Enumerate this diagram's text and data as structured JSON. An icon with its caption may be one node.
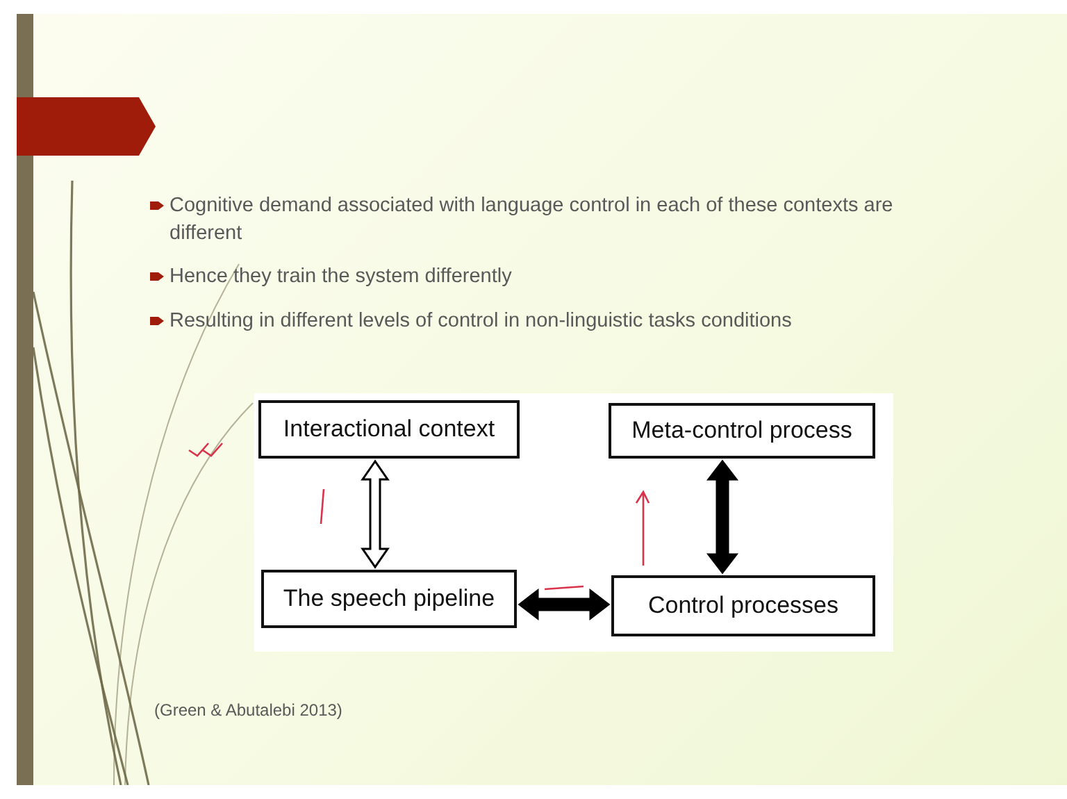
{
  "diagram": {
    "nodes": [
      {
        "text": [
          "Interactional context"
        ]
      },
      {
        "text": [
          "Meta-control process"
        ]
      },
      {
        "text": [
          "The speech pipeline"
        ]
      },
      {
        "text": [
          "Control processes"
        ]
      }
    ],
    "edges": [
      {
        "from": 0,
        "to": 2,
        "arrow": "both"
      },
      {
        "from": 1,
        "to": 3,
        "arrow": "both",
        "style": "thick"
      },
      {
        "from": 2,
        "to": 3,
        "arrow": "both",
        "style": "thick"
      }
    ],
    "labels": [
      "Cognitive demand associated with language control in each of these contexts are different",
      "Hence they train the system differently",
      "Resulting in different levels of control in non-linguistic tasks conditions",
      "(Green & Abutalebi 2013)"
    ]
  }
}
